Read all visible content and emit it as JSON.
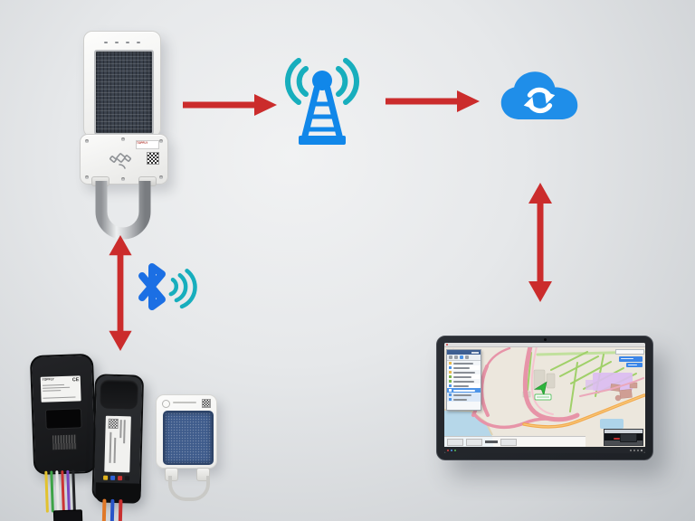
{
  "labels": {
    "padlock_brand": "TOPFLY",
    "tracker_brand": "TOPFLY",
    "ce_mark": "CE"
  },
  "colors": {
    "background_center": "#f1f2f3",
    "background_edge": "#c2c6ca",
    "arrow_red": "#cb2c2c",
    "tower_blue": "#1187e9",
    "wave_teal": "#17aebd",
    "cloud_blue": "#1f8ee9",
    "bluetooth_blue": "#1b6fe4",
    "solar_panel_dark": "#3b424d",
    "sensor_panel_blue": "#3f5c8c",
    "map_road_pink": "#e794a8",
    "map_taxiway_green": "#9ccf63",
    "map_route_orange": "#f2a94e",
    "map_water_blue": "#b6d7e9",
    "map_parcel_purple": "#dcbbf2",
    "sidebar_highlight_blue": "#4d94e8"
  },
  "icons": [
    "satellite-icon",
    "qr-code",
    "cell-tower-icon",
    "radio-waves-icon",
    "cloud-sync-icon",
    "bluetooth-icon",
    "gps-arrow-marker",
    "camera-feed-inset",
    "right-arrow-icon",
    "double-arrow-icon"
  ],
  "diagram": {
    "nodes": [
      {
        "id": "solar-padlock-tracker",
        "desc": "solar-powered GPS padlock tracker with shackle, satellite logo and QR code"
      },
      {
        "id": "cell-tower",
        "desc": "cellular radio tower emitting signal waves"
      },
      {
        "id": "cloud",
        "desc": "cloud platform with sync arrows"
      },
      {
        "id": "tablet-tracking-app",
        "desc": "tablet running GPS fleet-tracking map software with sidebar, route map and camera feed inset"
      },
      {
        "id": "bluetooth-devices",
        "desc": "wired GPS tracker, slim tracker and solar BLE sensor"
      }
    ],
    "connections": [
      {
        "from": "solar-padlock-tracker",
        "to": "cell-tower",
        "direction": "one-way"
      },
      {
        "from": "cell-tower",
        "to": "cloud",
        "direction": "one-way"
      },
      {
        "from": "cloud",
        "to": "tablet-tracking-app",
        "direction": "two-way"
      },
      {
        "from": "solar-padlock-tracker",
        "to": "bluetooth-devices",
        "direction": "two-way",
        "via": "bluetooth"
      }
    ]
  }
}
